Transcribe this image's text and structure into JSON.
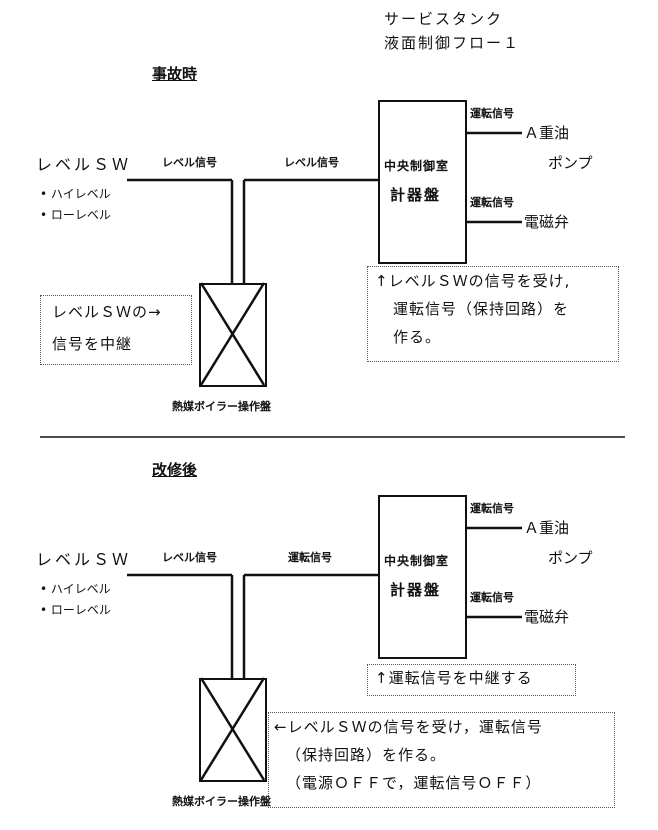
{
  "header": {
    "line1": "サービスタンク",
    "line2": "液面制御フロー１"
  },
  "sections": [
    {
      "title": "事故時",
      "level_sw": "レベルＳＷ",
      "bullets": [
        "• ハイレベル",
        "• ローレベル"
      ],
      "left_signal": "レベル信号",
      "right_signal": "レベル信号",
      "panel_line1": "中央制御室",
      "panel_line2": "計器盤",
      "out_signal_top": "運転信号",
      "out_signal_bottom": "運転信号",
      "pump_line1": "Ａ重油",
      "pump_line2": "ポンプ",
      "valve": "電磁弁",
      "boiler_label": "熱媒ボイラー操作盤",
      "left_note": [
        "レベルＳＷの→",
        "信号を中継"
      ],
      "right_note": [
        "↑レベルＳＷの信号を受け,",
        "運転信号（保持回路）を",
        "作る。"
      ]
    },
    {
      "title": "改修後",
      "level_sw": "レベルＳＷ",
      "bullets": [
        "• ハイレベル",
        "• ローレベル"
      ],
      "left_signal": "レベル信号",
      "right_signal": "運転信号",
      "panel_line1": "中央制御室",
      "panel_line2": "計器盤",
      "out_signal_top": "運転信号",
      "out_signal_bottom": "運転信号",
      "pump_line1": "Ａ重油",
      "pump_line2": "ポンプ",
      "valve": "電磁弁",
      "boiler_label": "熱媒ボイラー操作盤",
      "right_note": [
        "↑運転信号を中継する"
      ],
      "bottom_note": [
        "←レベルＳＷの信号を受け，運転信号",
        "（保持回路）を作る。",
        "（電源ＯＦＦで，運転信号ＯＦＦ）"
      ]
    }
  ]
}
